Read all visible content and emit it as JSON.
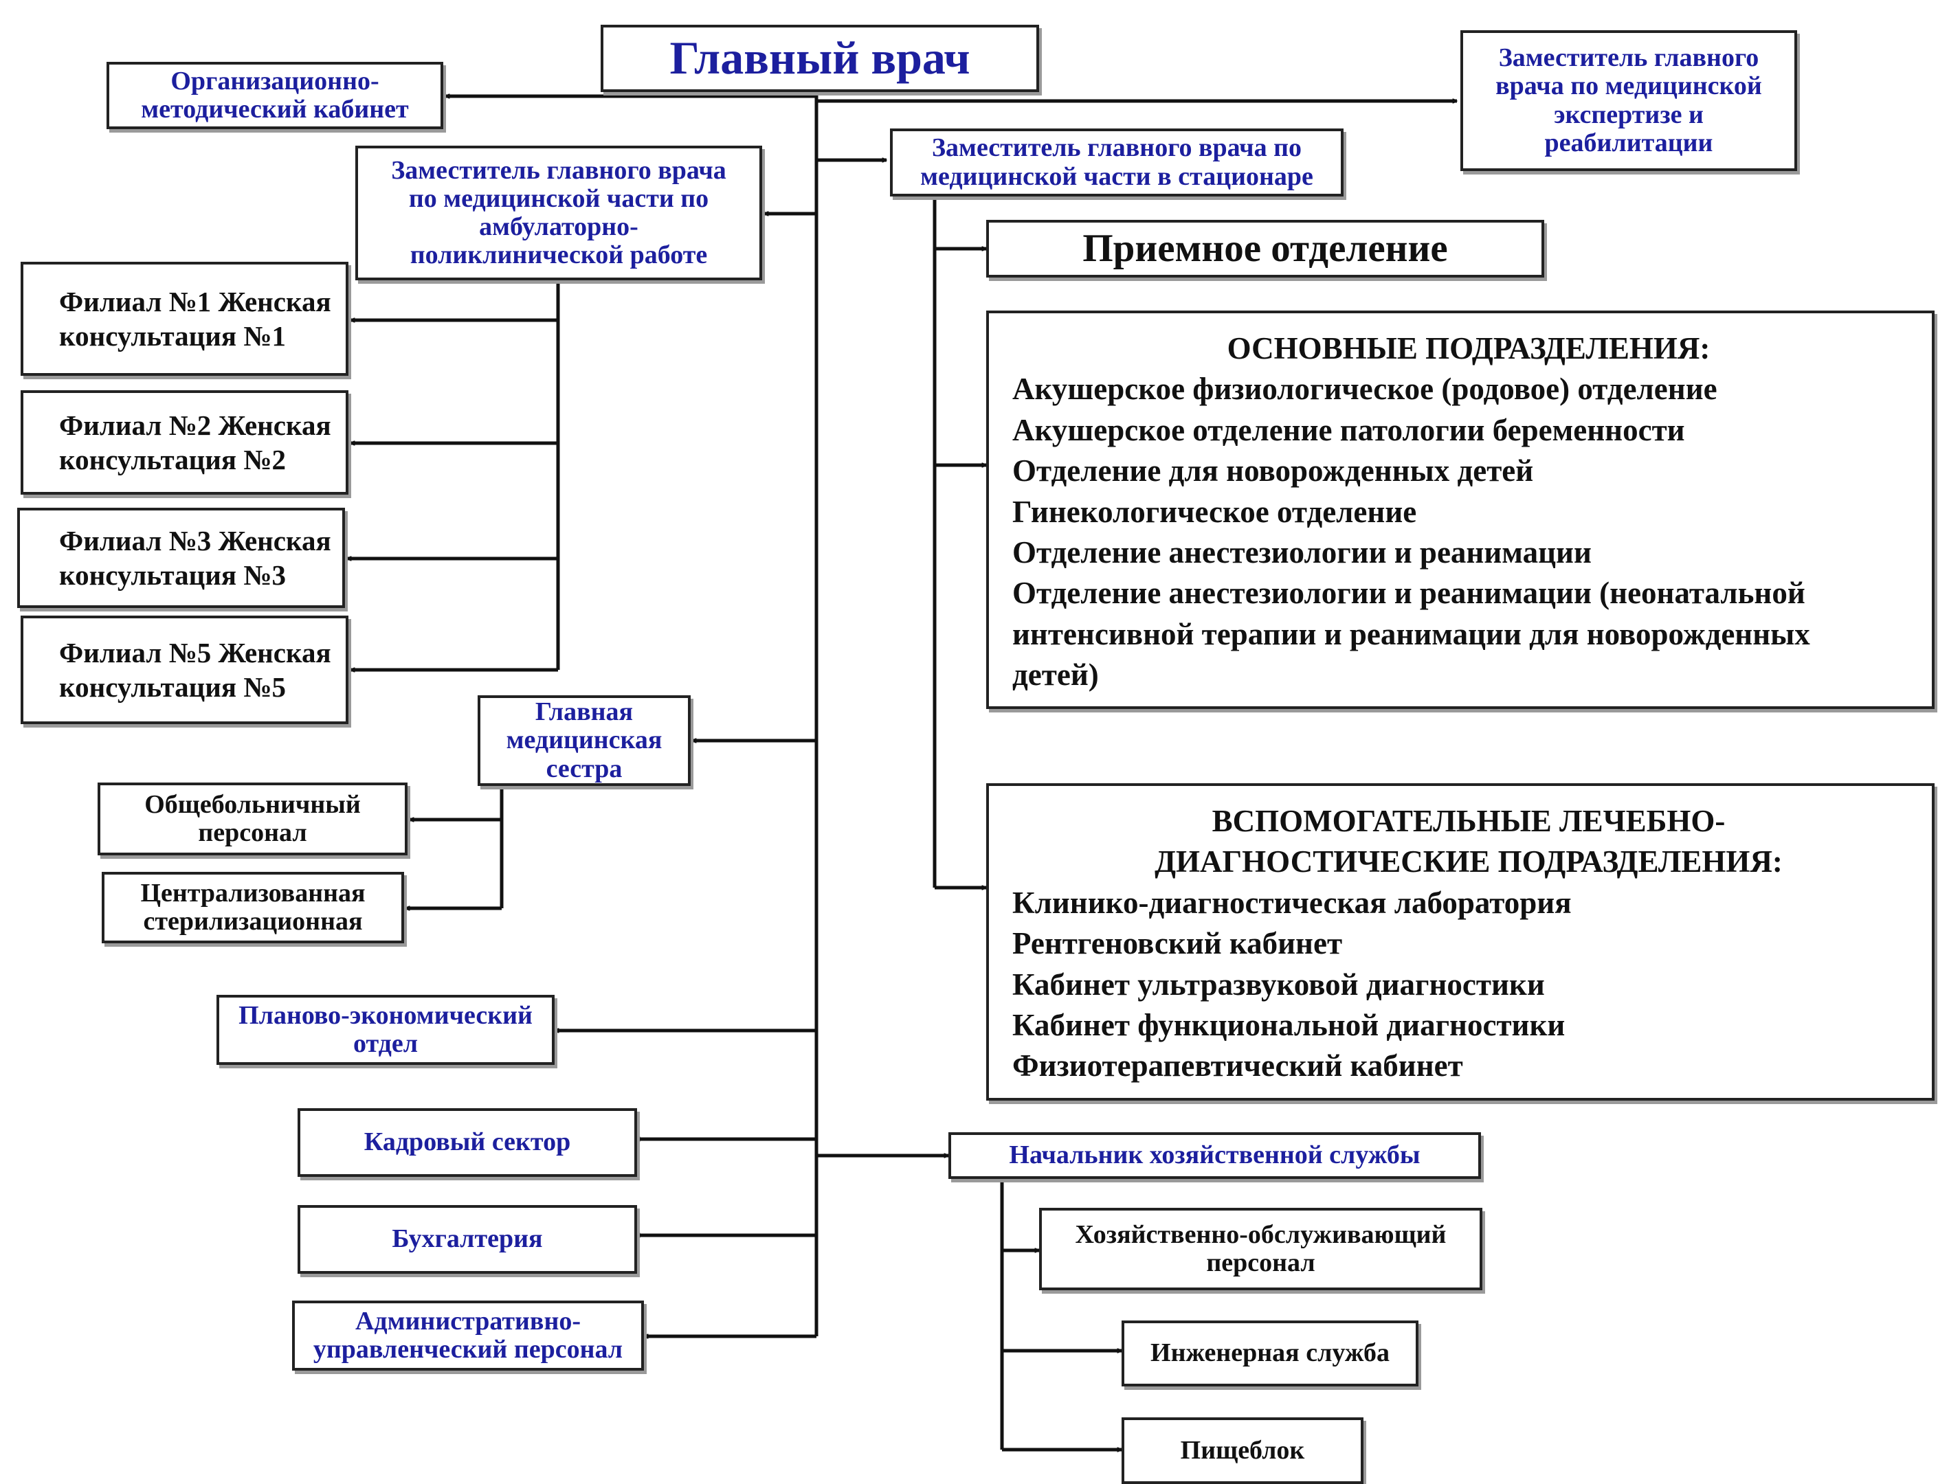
{
  "chief": "Главный врач",
  "org_method": [
    "Организационно-",
    "методический кабинет"
  ],
  "deputy_expertise": [
    "Заместитель главного",
    "врача по медицинской",
    "экспертизе и",
    "реабилитации"
  ],
  "deputy_hospital": [
    "Заместитель главного врача по",
    "медицинской части в стационаре"
  ],
  "deputy_outpatient": [
    "Заместитель главного врача",
    "по медицинской части по",
    "амбулаторно-",
    "поликлинической работе"
  ],
  "branches": [
    [
      "Филиал №1 Женская",
      "консультация №1"
    ],
    [
      "Филиал №2 Женская",
      "консультация №2"
    ],
    [
      "Филиал №3 Женская",
      "консультация №3"
    ],
    [
      "Филиал №5 Женская",
      "консультация №5"
    ]
  ],
  "admission": "Приемное отделение",
  "main_units": {
    "heading": "ОСНОВНЫЕ ПОДРАЗДЕЛЕНИЯ:",
    "items": [
      "Акушерское физиологическое (родовое) отделение",
      "Акушерское отделение патологии беременности",
      "Отделение для новорожденных детей",
      "Гинекологическое отделение",
      "Отделение анестезиологии и реанимации",
      "Отделение анестезиологии и реанимации (неонатальной",
      "интенсивной терапии и реанимации для новорожденных",
      "детей)"
    ]
  },
  "aux_units": {
    "heading": [
      "ВСПОМОГАТЕЛЬНЫЕ ЛЕЧЕБНО-",
      "ДИАГНОСТИЧЕСКИЕ ПОДРАЗДЕЛЕНИЯ:"
    ],
    "items": [
      "Клинико-диагностическая лаборатория",
      "Рентгеновский кабинет",
      "Кабинет ультразвуковой диагностики",
      "Кабинет функциональной диагностики",
      "Физиотерапевтический кабинет"
    ]
  },
  "head_nurse": [
    "Главная",
    "медицинская",
    "сестра"
  ],
  "general_staff": [
    "Общебольничный",
    "персонал"
  ],
  "sterilization": [
    "Централизованная",
    "стерилизационная"
  ],
  "planning": [
    "Планово-экономический",
    "отдел"
  ],
  "hr": "Кадровый сектор",
  "accounting": "Бухгалтерия",
  "admin": [
    "Административно-",
    "управленческий персонал"
  ],
  "supply_head": "Начальник хозяйственной службы",
  "service_staff": [
    "Хозяйственно-обслуживающий",
    "персонал"
  ],
  "engineering": "Инженерная служба",
  "catering": "Пищеблок"
}
